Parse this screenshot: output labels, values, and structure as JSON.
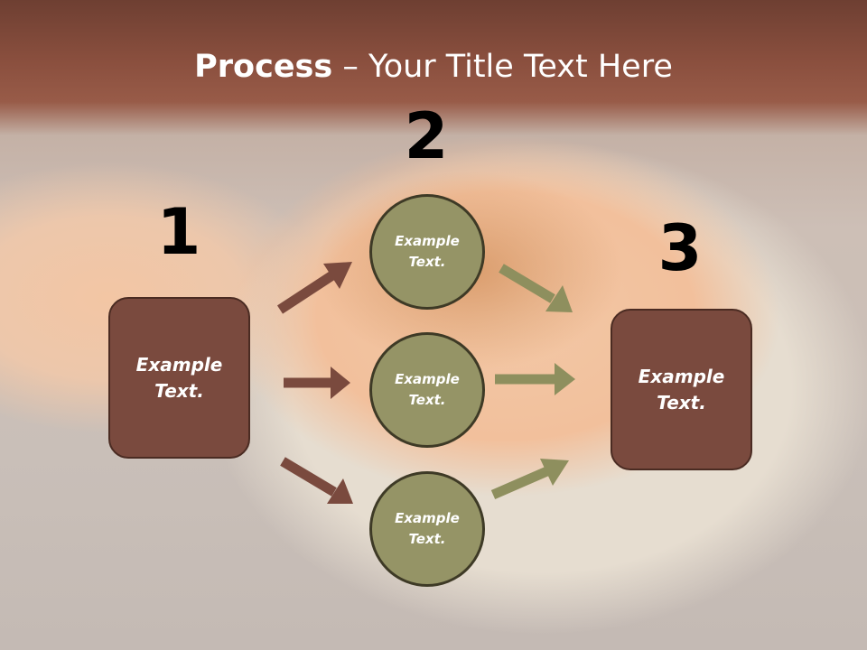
{
  "title": {
    "bold": "Process",
    "rest": " – Your Title Text Here"
  },
  "steps": [
    {
      "number": "1",
      "text": "Example Text."
    },
    {
      "number": "2",
      "circles": [
        "Example Text.",
        "Example Text.",
        "Example Text."
      ]
    },
    {
      "number": "3",
      "text": "Example Text."
    }
  ],
  "colors": {
    "title_bar": "#8a4f3e",
    "box_fill": "#7a4a3e",
    "circle_fill": "#959466",
    "arrow_left": "#7a4a3e",
    "arrow_right": "#8e8f5e"
  }
}
